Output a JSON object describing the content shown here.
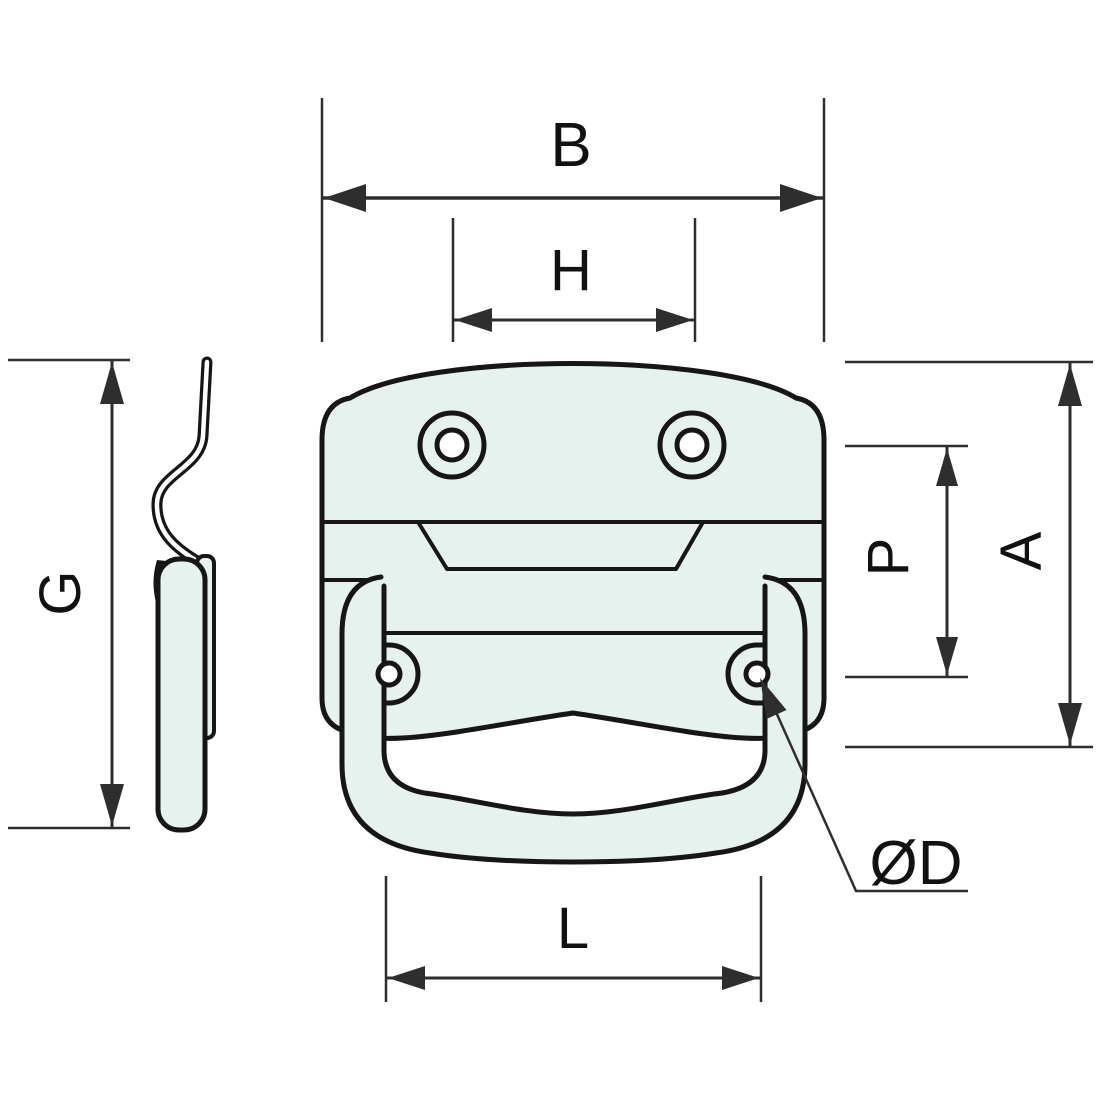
{
  "labels": {
    "b": "B",
    "h": "H",
    "g": "G",
    "a": "A",
    "p": "P",
    "l": "L",
    "diameter": "ØD"
  },
  "colors": {
    "part_fill": "#e7f1ed",
    "outline": "#161616",
    "dimension": "#2e2e2e",
    "hole": "#ffffff",
    "background": "#ffffff"
  }
}
